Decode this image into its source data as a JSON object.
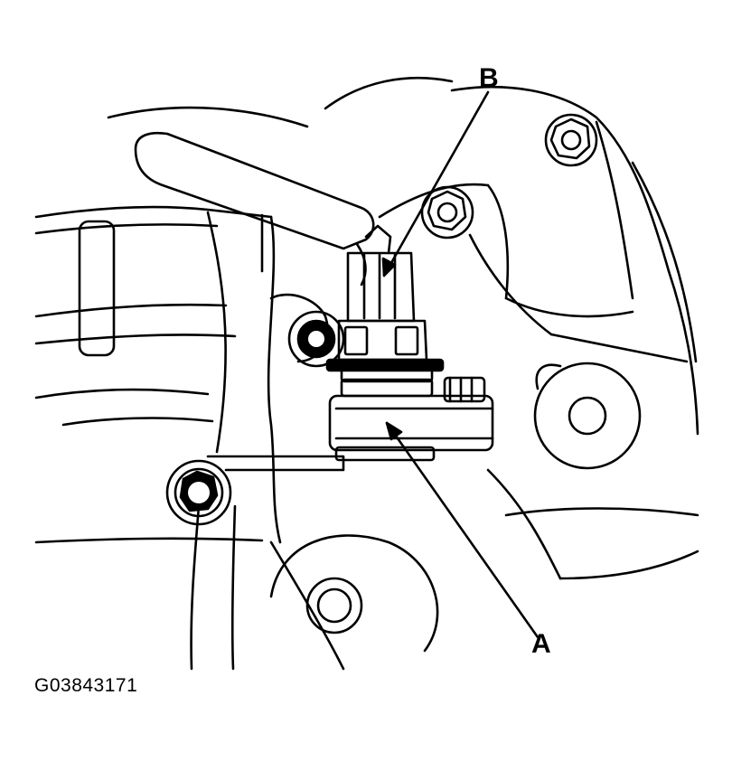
{
  "labels": {
    "part_a": "A",
    "part_b": "B"
  },
  "figure_code": "G03843171",
  "colors": {
    "line": "#000000",
    "background": "#ffffff"
  }
}
